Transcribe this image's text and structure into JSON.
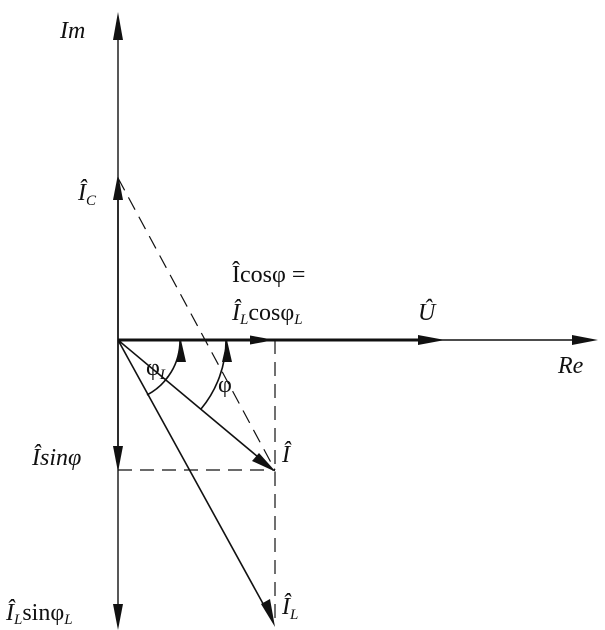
{
  "diagram": {
    "axes": {
      "im": "Im",
      "re": "Re"
    },
    "labels": {
      "ic_sym": "Î",
      "ic_sub": "C",
      "icos_line1": "Îcosφ =",
      "ilcos_sym": "Î",
      "ilcos_sub": "L",
      "ilcos_rest": "cosφ",
      "ilcos_sub2": "L",
      "u_sym": "Û",
      "phil_sym": "φ",
      "phil_sub": "L",
      "phi_sym": "φ",
      "isin": "Îsinφ",
      "i_sym": "Î",
      "ilsin_sym": "Î",
      "ilsin_sub": "L",
      "ilsin_rest": "sinφ",
      "ilsin_sub2": "L",
      "il_sym": "Î",
      "il_sub": "L"
    }
  }
}
